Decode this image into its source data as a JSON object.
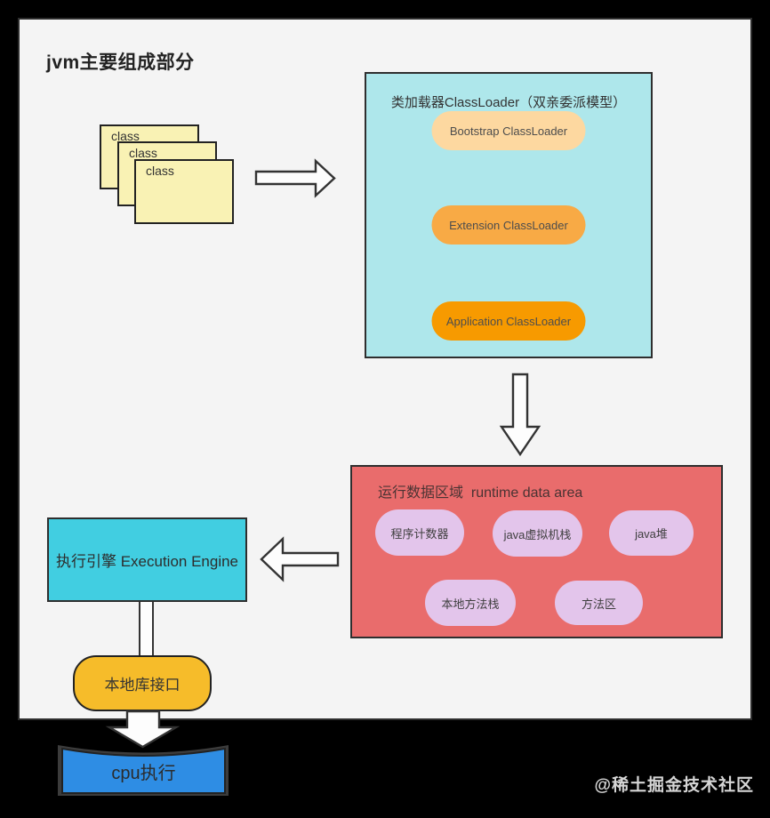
{
  "page": {
    "title": "jvm主要组成部分",
    "watermark": "@稀土掘金技术社区"
  },
  "class_files": {
    "notes": [
      {
        "label": "class"
      },
      {
        "label": "class"
      },
      {
        "label": "class"
      }
    ]
  },
  "classloader": {
    "title": "类加载器ClassLoader（双亲委派模型）",
    "loaders": [
      {
        "label": "Bootstrap ClassLoader",
        "color": "#fdd8a0"
      },
      {
        "label": "Extension ClassLoader",
        "color": "#f8aa45"
      },
      {
        "label": "Application ClassLoader",
        "color": "#f79a00"
      }
    ]
  },
  "runtime_area": {
    "title": "运行数据区域  runtime data area",
    "color": "#e96c6c",
    "regions": [
      {
        "label": "程序计数器"
      },
      {
        "label": "java虚拟机栈"
      },
      {
        "label": "java堆"
      },
      {
        "label": "本地方法栈"
      },
      {
        "label": "方法区"
      }
    ],
    "region_color": "#e3c5eb"
  },
  "execution_engine": {
    "label": "执行引擎 Execution Engine",
    "color": "#41cee1"
  },
  "native_interface": {
    "label": "本地库接口",
    "color": "#f6bc2a"
  },
  "cpu": {
    "label": "cpu执行",
    "color": "#2e8de4"
  },
  "colors": {
    "canvas_bg": "#f4f4f4",
    "outer_bg": "#000000",
    "classloader_panel": "#aee7eb",
    "class_note": "#f9f2b4",
    "arrow_fill": "#fdfdfd",
    "arrow_stroke": "#333333"
  }
}
